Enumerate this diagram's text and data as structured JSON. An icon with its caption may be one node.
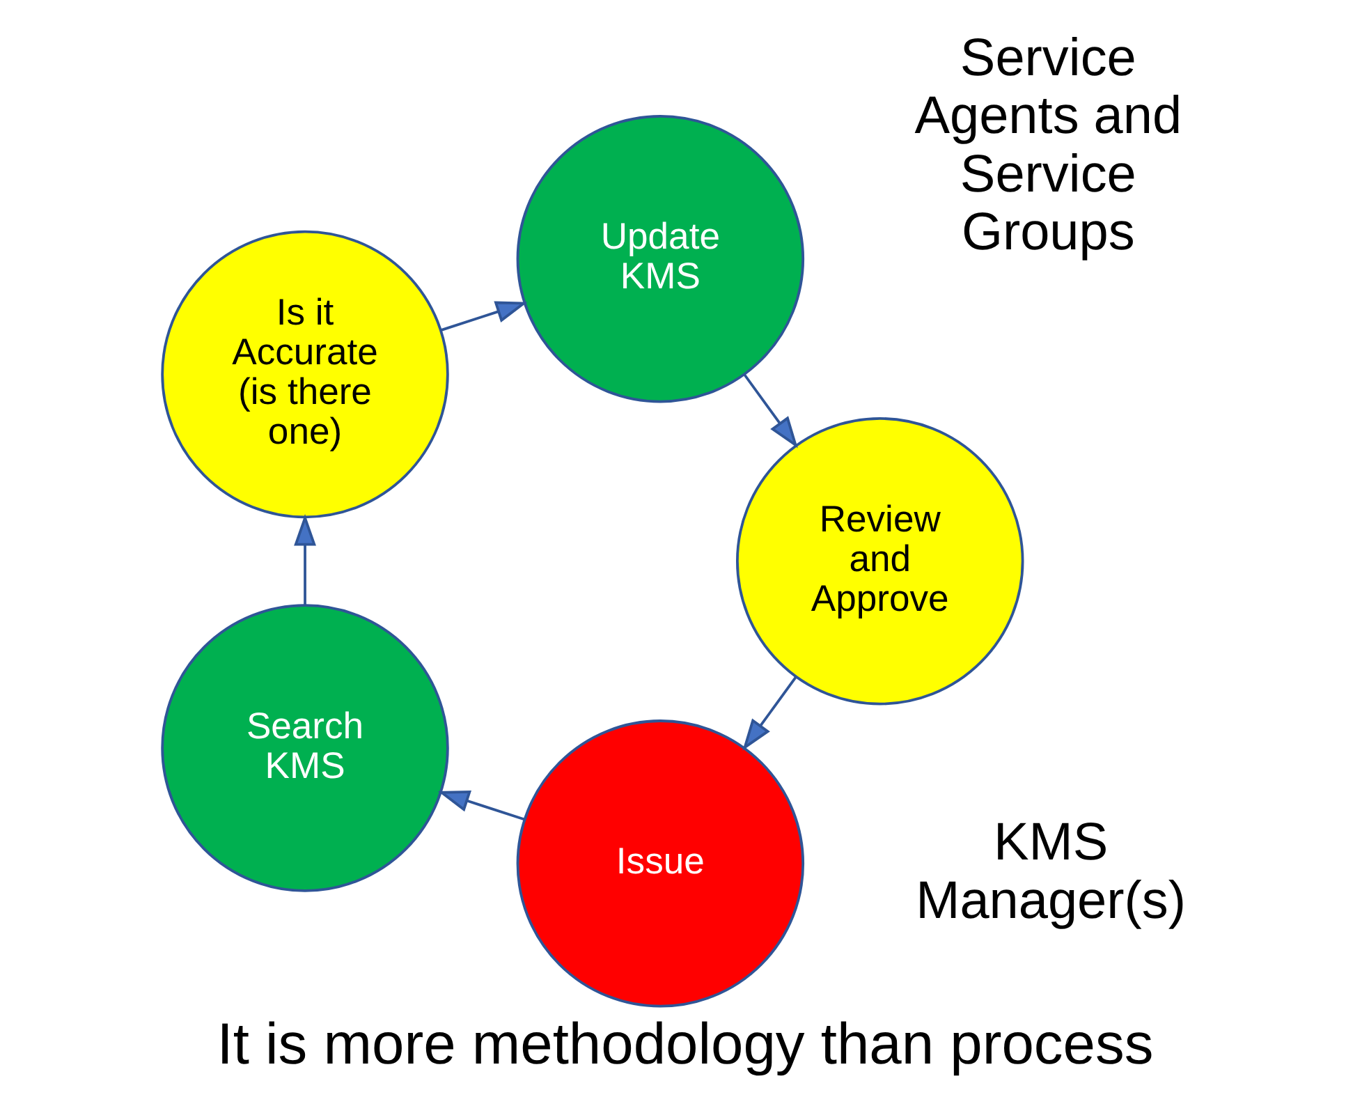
{
  "diagram": {
    "caption": "It is more methodology than process",
    "nodes": [
      {
        "text": [
          "Issue"
        ]
      },
      {
        "text": [
          "Search KMS"
        ]
      },
      {
        "text": [
          "Is it Accurate (is there one)"
        ]
      },
      {
        "text": [
          "Update KMS"
        ]
      },
      {
        "text": [
          "Review and Approve"
        ]
      }
    ],
    "edges": [
      {
        "from": 0,
        "to": 1,
        "arrow": "to"
      },
      {
        "from": 1,
        "to": 2,
        "arrow": "to"
      },
      {
        "from": 2,
        "to": 3,
        "arrow": "to"
      },
      {
        "from": 3,
        "to": 4,
        "arrow": "to"
      },
      {
        "from": 4,
        "to": 0,
        "arrow": "to"
      }
    ],
    "labels": [
      "KMS Manager(s)",
      "Service Agents and Service Groups"
    ]
  }
}
